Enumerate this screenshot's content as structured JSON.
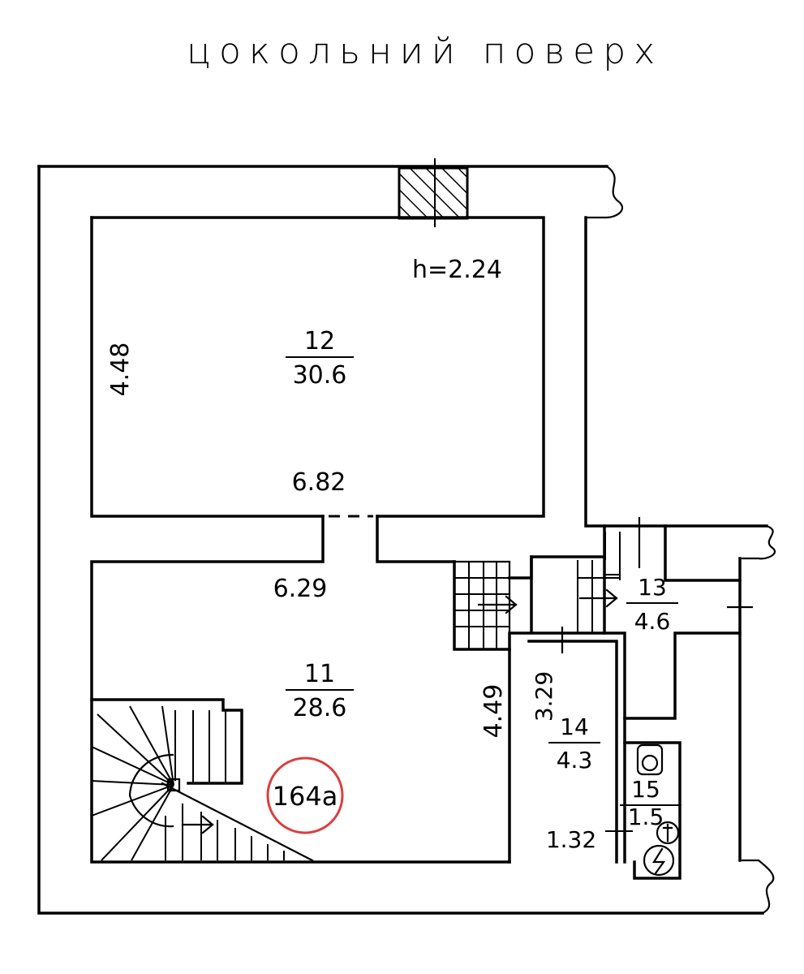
{
  "title": "цокольний поверх",
  "height_label": "h=2.24",
  "height_color": "#1a1aff",
  "stamp": {
    "label": "164а",
    "color": "#d94040"
  },
  "rooms": [
    {
      "id": "room-12",
      "number": "12",
      "area": "30.6"
    },
    {
      "id": "room-11",
      "number": "11",
      "area": "28.6"
    },
    {
      "id": "room-13",
      "number": "13",
      "area": "4.6"
    },
    {
      "id": "room-14",
      "number": "14",
      "area": "4.3"
    },
    {
      "id": "room-15",
      "number": "15",
      "area": "1.5"
    }
  ],
  "dimensions": {
    "room12_height": "4.48",
    "room12_width": "6.82",
    "room11_width": "6.29",
    "room11_height": "4.49",
    "room14_height": "3.29",
    "room15_width": "1.32"
  }
}
